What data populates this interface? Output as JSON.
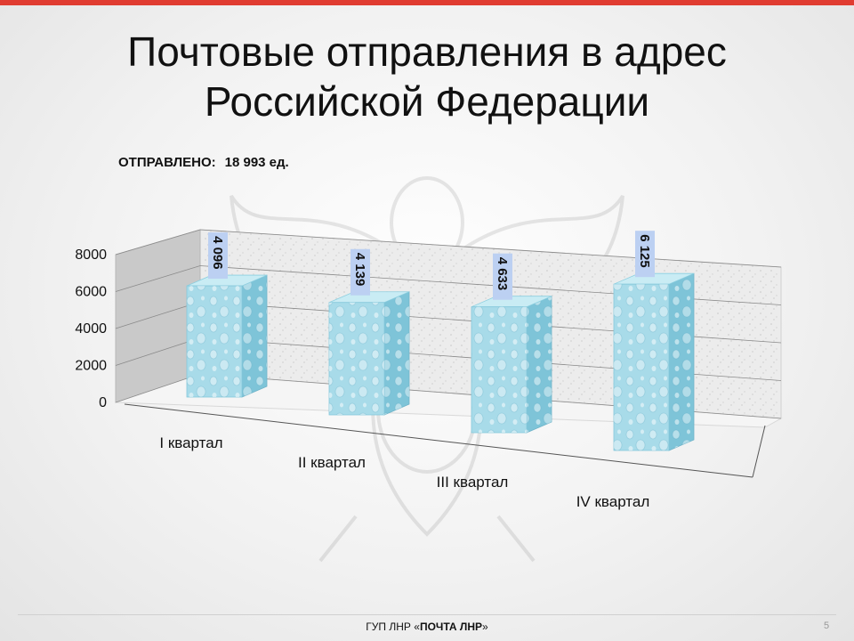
{
  "slide": {
    "title_line1": "Почтовые отправления в адрес",
    "title_line2": "Российской Федерации",
    "total_label": "ОТПРАВЛЕНО:",
    "total_value": "18 993 ед.",
    "footer_prefix": "ГУП ЛНР «",
    "footer_org": "ПОЧТА ЛНР",
    "footer_suffix": "»",
    "page_number": "5"
  },
  "colors": {
    "accent": "#e03c31",
    "bar_front": "#a8dbe9",
    "bar_side": "#7ec4d8",
    "bar_top": "#c9ecf4",
    "label_bg": "#bcd0f2",
    "wall": "#c9c9c9"
  },
  "chart_data": {
    "type": "bar",
    "categories": [
      "I квартал",
      "II квартал",
      "III квартал",
      "IV квартал"
    ],
    "values": [
      4096,
      4139,
      4633,
      6125
    ],
    "data_labels": [
      "4 096",
      "4 139",
      "4 633",
      "6 125"
    ],
    "ylim": [
      0,
      8000
    ],
    "yticks": [
      "0",
      "2000",
      "4000",
      "6000",
      "8000"
    ],
    "grid": true,
    "legend": "none"
  }
}
